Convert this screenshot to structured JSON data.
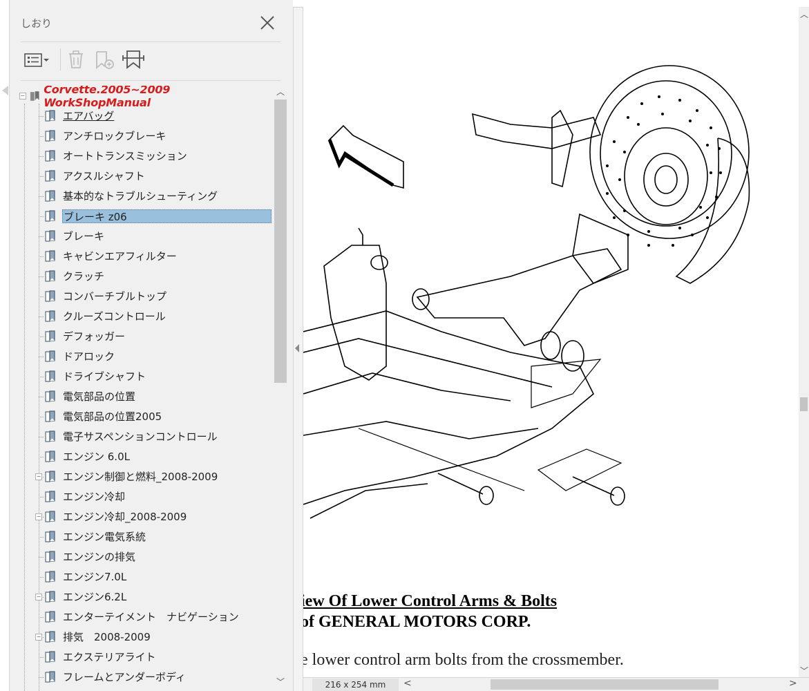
{
  "panel": {
    "title": "しおり",
    "toolbar": {
      "options_icon": "list-options-icon",
      "delete_icon": "trash-icon",
      "new_bookmark_icon": "bookmark-add-icon",
      "find_bookmark_icon": "bookmark-find-icon"
    },
    "root": "Corvette.2005~2009 WorkShopManual",
    "selected_index": 5,
    "items": [
      {
        "label": "エアバッグ",
        "expandable": false,
        "underlined": true
      },
      {
        "label": "アンチロックブレーキ",
        "expandable": false
      },
      {
        "label": "オートトランスミッション",
        "expandable": false
      },
      {
        "label": "アクスルシャフト",
        "expandable": false
      },
      {
        "label": "基本的なトラブルシューティング",
        "expandable": false
      },
      {
        "label": "ブレーキ z06",
        "expandable": false
      },
      {
        "label": "ブレーキ",
        "expandable": false
      },
      {
        "label": "キャビンエアフィルター",
        "expandable": false
      },
      {
        "label": "クラッチ",
        "expandable": false
      },
      {
        "label": "コンバーチブルトップ",
        "expandable": false
      },
      {
        "label": "クルーズコントロール",
        "expandable": false
      },
      {
        "label": "デフォッガー",
        "expandable": false
      },
      {
        "label": "ドアロック",
        "expandable": false
      },
      {
        "label": "ドライブシャフト",
        "expandable": false
      },
      {
        "label": "電気部品の位置",
        "expandable": false
      },
      {
        "label": "電気部品の位置2005",
        "expandable": false
      },
      {
        "label": "電子サスペンションコントロール",
        "expandable": false
      },
      {
        "label": "エンジン 6.0L",
        "expandable": false
      },
      {
        "label": "エンジン制御と燃料_2008-2009",
        "expandable": true
      },
      {
        "label": "エンジン冷却",
        "expandable": false
      },
      {
        "label": "エンジン冷却_2008-2009",
        "expandable": true
      },
      {
        "label": "エンジン電気系統",
        "expandable": false
      },
      {
        "label": "エンジンの排気",
        "expandable": false
      },
      {
        "label": "エンジン7.0L",
        "expandable": false
      },
      {
        "label": "エンジン6.2L",
        "expandable": true
      },
      {
        "label": "エンターテイメント　ナビゲーション",
        "expandable": false
      },
      {
        "label": "排気　2008-2009",
        "expandable": true
      },
      {
        "label": "エクステリアライト",
        "expandable": false
      },
      {
        "label": "フレームとアンダーボディ",
        "expandable": false
      }
    ]
  },
  "document": {
    "caption_line1": "iew Of Lower Control Arms & Bolts",
    "caption_line2": "of GENERAL MOTORS CORP.",
    "caption_line3": "e lower control arm bolts from the crossmember."
  },
  "status": {
    "page_size": "216 x 254 mm"
  },
  "colors": {
    "root_label": "#d81c1c",
    "selection": "#99c1de",
    "panel_bg": "#f0f0f0"
  }
}
